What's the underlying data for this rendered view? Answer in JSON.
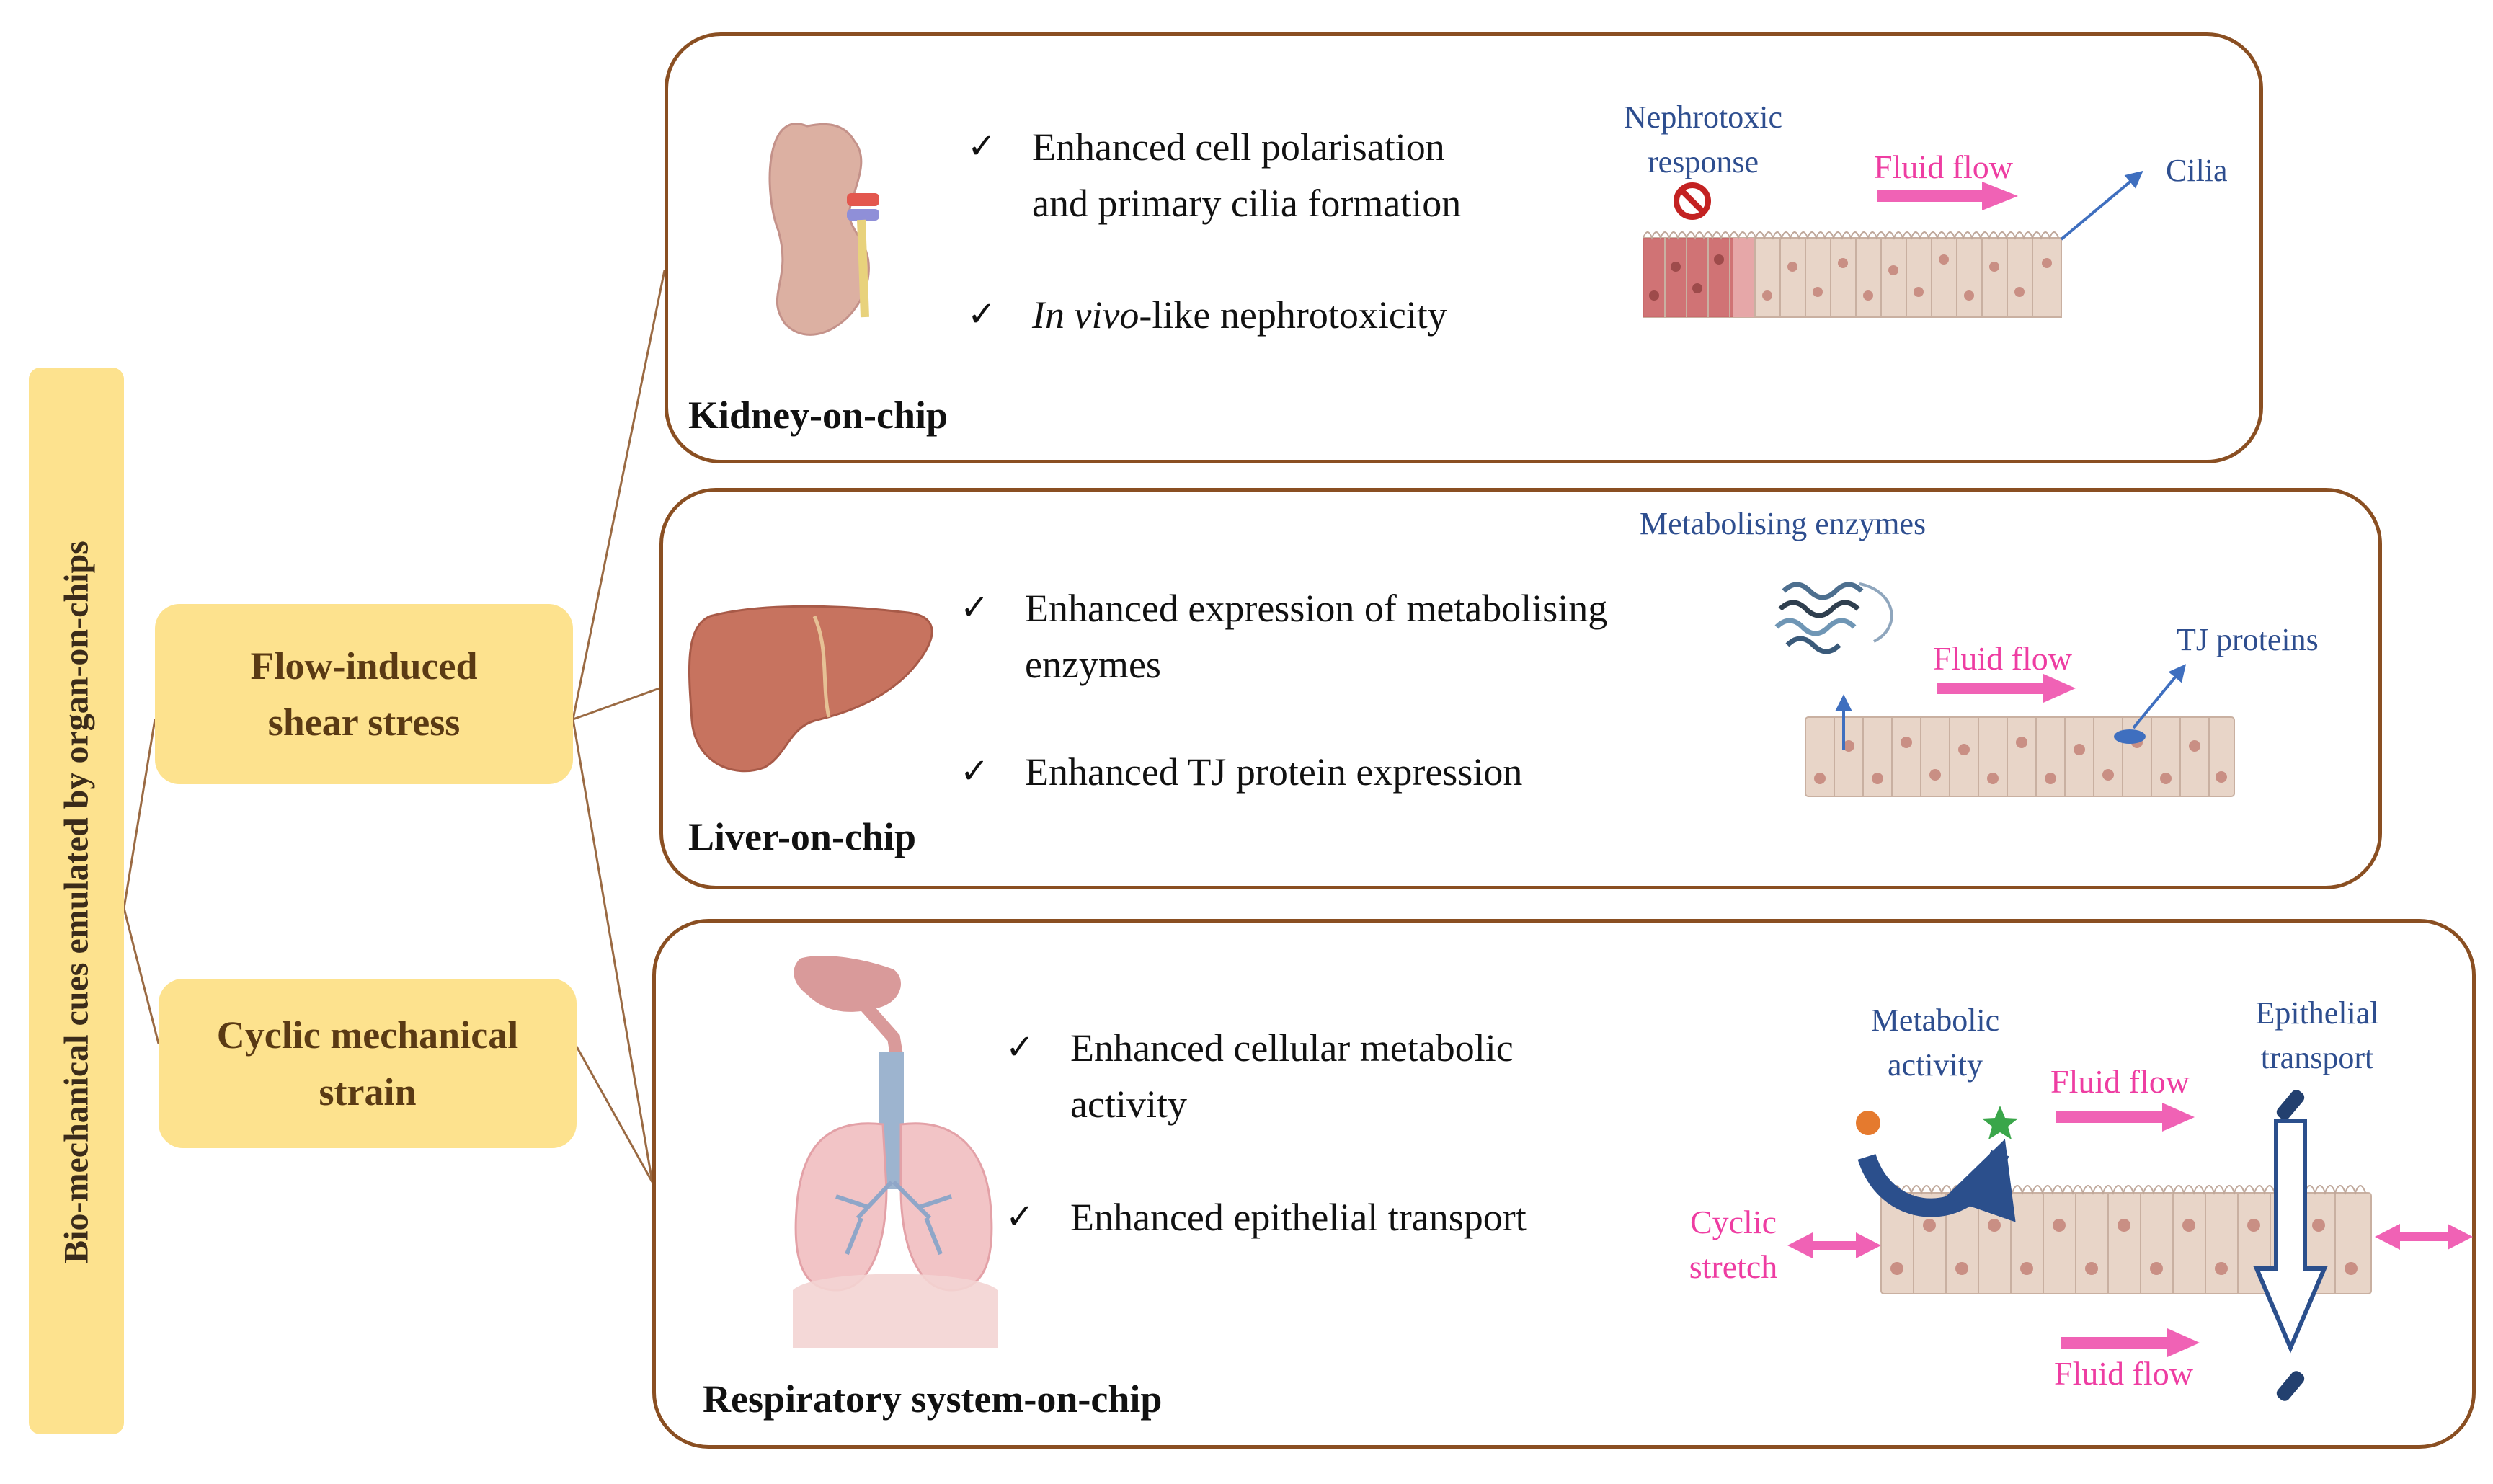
{
  "side_label": "Bio-mechanical cues emulated by organ-on-chips",
  "cues": {
    "flow_line1": "Flow-induced",
    "flow_line2": "shear stress",
    "strain_line1": "Cyclic mechanical",
    "strain_line2": "strain"
  },
  "kidney": {
    "title": "Kidney-on-chip",
    "bullet1_line1": "Enhanced cell polarisation",
    "bullet1_line2": "and primary cilia formation",
    "bullet2_italic": "In vivo",
    "bullet2_rest": "-like nephrotoxicity",
    "nephrotoxic_line1": "Nephrotoxic",
    "nephrotoxic_line2": "response",
    "fluid_flow": "Fluid flow",
    "cilia": "Cilia"
  },
  "liver": {
    "title": "Liver-on-chip",
    "bullet1_line1": "Enhanced expression of metabolising",
    "bullet1_line2": "enzymes",
    "bullet2": "Enhanced TJ protein expression",
    "enzymes_label": "Metabolising enzymes",
    "fluid_flow": "Fluid flow",
    "tj_proteins": "TJ proteins"
  },
  "respiratory": {
    "title": "Respiratory system-on-chip",
    "bullet1_line1": "Enhanced cellular metabolic",
    "bullet1_line2": "activity",
    "bullet2": "Enhanced epithelial transport",
    "metabolic_line1": "Metabolic",
    "metabolic_line2": "activity",
    "epithelial_line1": "Epithelial",
    "epithelial_line2": "transport",
    "fluid_flow_top": "Fluid flow",
    "fluid_flow_bottom": "Fluid flow",
    "cyclic_line1": "Cyclic",
    "cyclic_line2": "stretch"
  },
  "check_mark": "✓",
  "colors": {
    "panel_border": "#8a4f22",
    "cue_fill": "#fde28e",
    "label_blue": "#2e4e8f",
    "label_pink": "#ee3da2",
    "arrow_pink": "#f062b5",
    "cell_fill": "#e8d5c8",
    "nucleus": "#c98f84"
  },
  "icons": [
    "kidney-icon",
    "liver-icon",
    "lungs-icon",
    "enzyme-protein-icon",
    "no-entry-icon"
  ]
}
